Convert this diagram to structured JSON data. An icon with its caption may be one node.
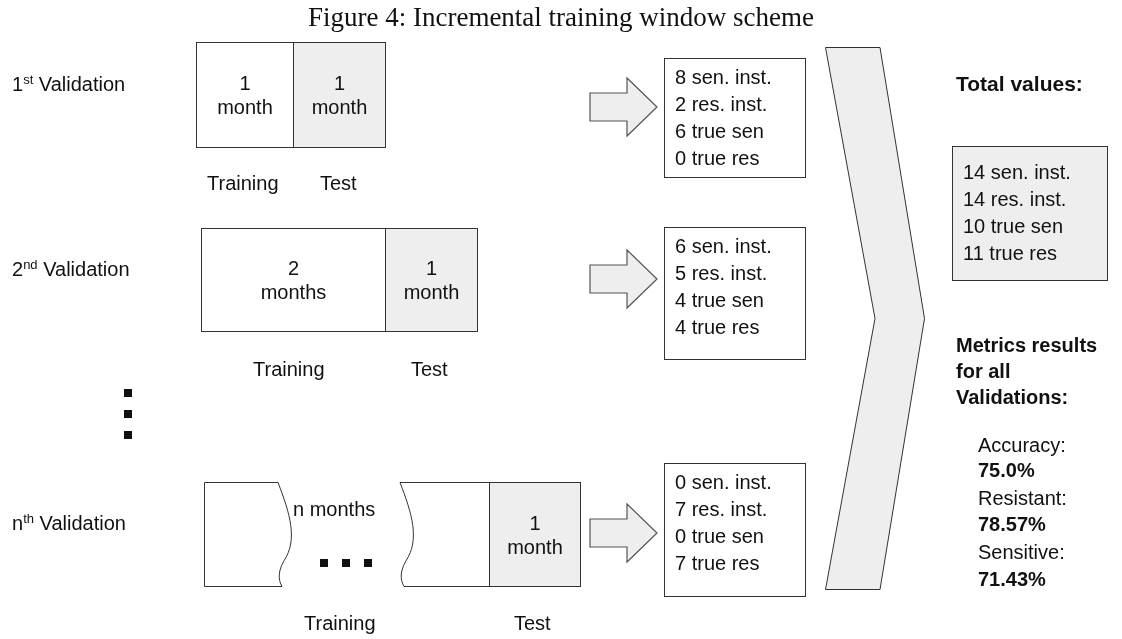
{
  "diagram": {
    "title": "Figure 4: Incremental training window scheme",
    "nodes": [
      {
        "text": [
          "1 month"
        ]
      },
      {
        "text": [
          "1 month"
        ]
      },
      {
        "text": [
          "8 sen. inst.",
          "2 res. inst.",
          "6 true sen",
          "0 true res"
        ]
      },
      {
        "text": [
          "2 months"
        ]
      },
      {
        "text": [
          "1 month"
        ]
      },
      {
        "text": [
          "6 sen. inst.",
          "5 res. inst.",
          "4 true sen",
          "4 true res"
        ]
      },
      {
        "text": [],
        "shape": "box"
      },
      {
        "text": [],
        "shape": "box"
      },
      {
        "text": [
          "1 month"
        ]
      },
      {
        "text": [
          "0 sen. inst.",
          "7 res. inst.",
          "0 true sen",
          "7 true res"
        ]
      },
      {
        "text": [],
        "shape": "chevron"
      },
      {
        "text": [
          "Total values:",
          "14 sen. inst.",
          "14 res. inst.",
          "10 true sen",
          "11 true res"
        ]
      }
    ],
    "edges": [
      {
        "from": null,
        "to": 2,
        "arrow": "to"
      },
      {
        "from": null,
        "to": 5,
        "arrow": "to"
      },
      {
        "from": null,
        "to": 9,
        "arrow": "to"
      }
    ],
    "labels": [
      "1$^{st}$ Validation",
      "Training",
      "Test",
      "2$^{nd}$ Validation",
      "Training",
      "Test",
      "n$^{th}$ Validation",
      "n months",
      "Training",
      "Test",
      "Metrics results for all Validations:",
      "Accuracy:",
      "75.0%",
      "Resistant:",
      "78.57%",
      "Sensitive:",
      "71.43%"
    ]
  }
}
